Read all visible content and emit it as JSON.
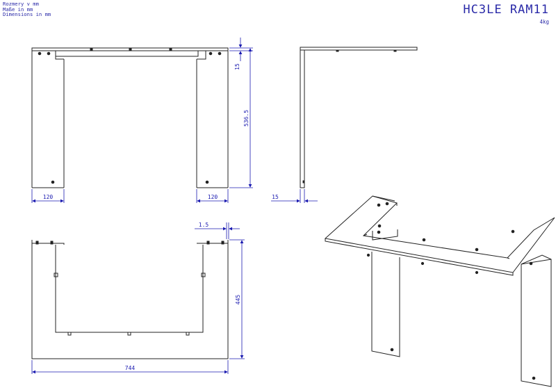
{
  "header": {
    "units_lines": [
      "Rozmery v mm",
      "Maße in mm",
      "Dimensions in mm"
    ],
    "part_number": "HC3LE RAM11",
    "weight": "4kg"
  },
  "dimensions": {
    "front_side_width_left": "120",
    "front_side_width_right": "120",
    "front_top_thickness": "15",
    "front_height": "536.5",
    "side_flange": "15",
    "top_sheet_thickness": "1.5",
    "top_depth": "445",
    "top_width": "744"
  },
  "colors": {
    "dimension": "#1a1ab0",
    "line": "#222222",
    "title": "#2a2aa8"
  }
}
